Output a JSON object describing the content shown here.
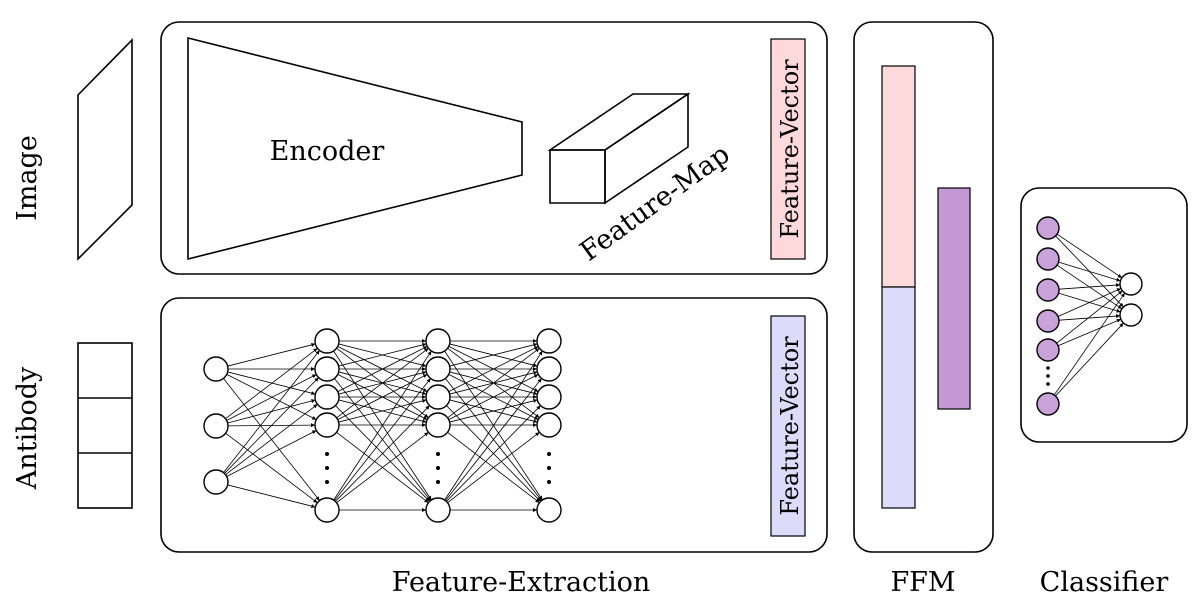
{
  "labels": {
    "image": "Image",
    "antibody": "Antibody",
    "encoder": "Encoder",
    "feature_map": "Feature-Map",
    "feature_vector_image": "Feature-Vector",
    "feature_vector_antibody": "Feature-Vector",
    "feature_extraction": "Feature-Extraction",
    "ffm": "FFM",
    "classifier": "Classifier"
  },
  "colors": {
    "image_feature": "#fdd9db",
    "antibody_feature": "#dcdcfa",
    "fused_feature": "#c498d5",
    "classifier_node": "#c9a2dc",
    "outline": "#000000"
  }
}
